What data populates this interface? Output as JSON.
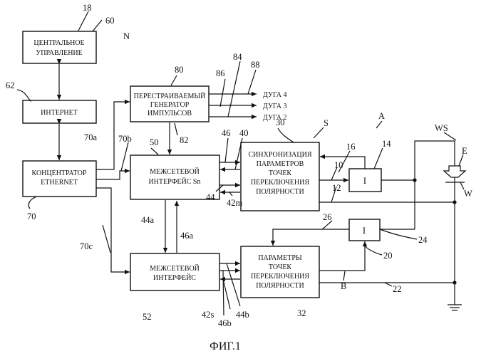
{
  "figure": {
    "caption": "ФИГ.1",
    "system_label": "N"
  },
  "blocks": {
    "central": {
      "lines": [
        "ЦЕНТРАЛЬНОЕ",
        "УПРАВЛЕНИЕ"
      ],
      "refs": [
        "18",
        "60"
      ]
    },
    "internet": {
      "lines": [
        "ИНТЕРНЕТ"
      ],
      "ref": "62"
    },
    "hub": {
      "lines": [
        "КОНЦЕНТРАТОР",
        "ETHERNET"
      ],
      "ref": "70"
    },
    "pulse_gen": {
      "lines": [
        "ПЕРЕСТРАИВАЕМЫЙ",
        "ГЕНЕРАТОР",
        "ИМПУЛЬСОВ"
      ],
      "ref": "80"
    },
    "gateway_top": {
      "lines": [
        "МЕЖСЕТЕВОЙ",
        "ИНТЕРФЕЙС Sn"
      ],
      "ref": "50"
    },
    "gateway_bottom": {
      "lines": [
        "МЕЖСЕТЕВОЙ",
        "ИНТЕРФЕЙС"
      ],
      "ref": "52"
    },
    "sync": {
      "lines": [
        "СИНХРОНИЗАЦИЯ",
        "ПАРАМЕТРОВ",
        "ТОЧЕК",
        "ПЕРЕКЛЮЧЕНИЯ",
        "ПОЛЯРНОСТИ"
      ],
      "ref": "30"
    },
    "params": {
      "lines": [
        "ПАРАМЕТРЫ",
        "ТОЧЕК",
        "ПЕРЕКЛЮЧЕНИЯ",
        "ПОЛЯРНОСТИ"
      ],
      "ref": "32"
    },
    "current_top": {
      "label": "I",
      "ref": "14"
    },
    "current_bottom": {
      "label": "I",
      "ref": "24"
    }
  },
  "arcs": [
    "ДУГА 4",
    "ДУГА 3",
    "ДУГА 2"
  ],
  "refs": {
    "r70a": "70a",
    "r70b": "70b",
    "r70c": "70c",
    "r82": "82",
    "r86": "86",
    "r84": "84",
    "r88": "88",
    "r46": "46",
    "r40": "40",
    "r44": "44",
    "r42m": "42m",
    "r44a": "44a",
    "r46a": "46a",
    "r42s": "42s",
    "r46b": "46b",
    "r44b": "44b",
    "rS": "S",
    "rA": "A",
    "rB": "B",
    "r16": "16",
    "r10": "10",
    "r12": "12",
    "r26": "26",
    "r20": "20",
    "r22": "22",
    "rWS": "WS",
    "rE": "E",
    "rW": "W"
  }
}
